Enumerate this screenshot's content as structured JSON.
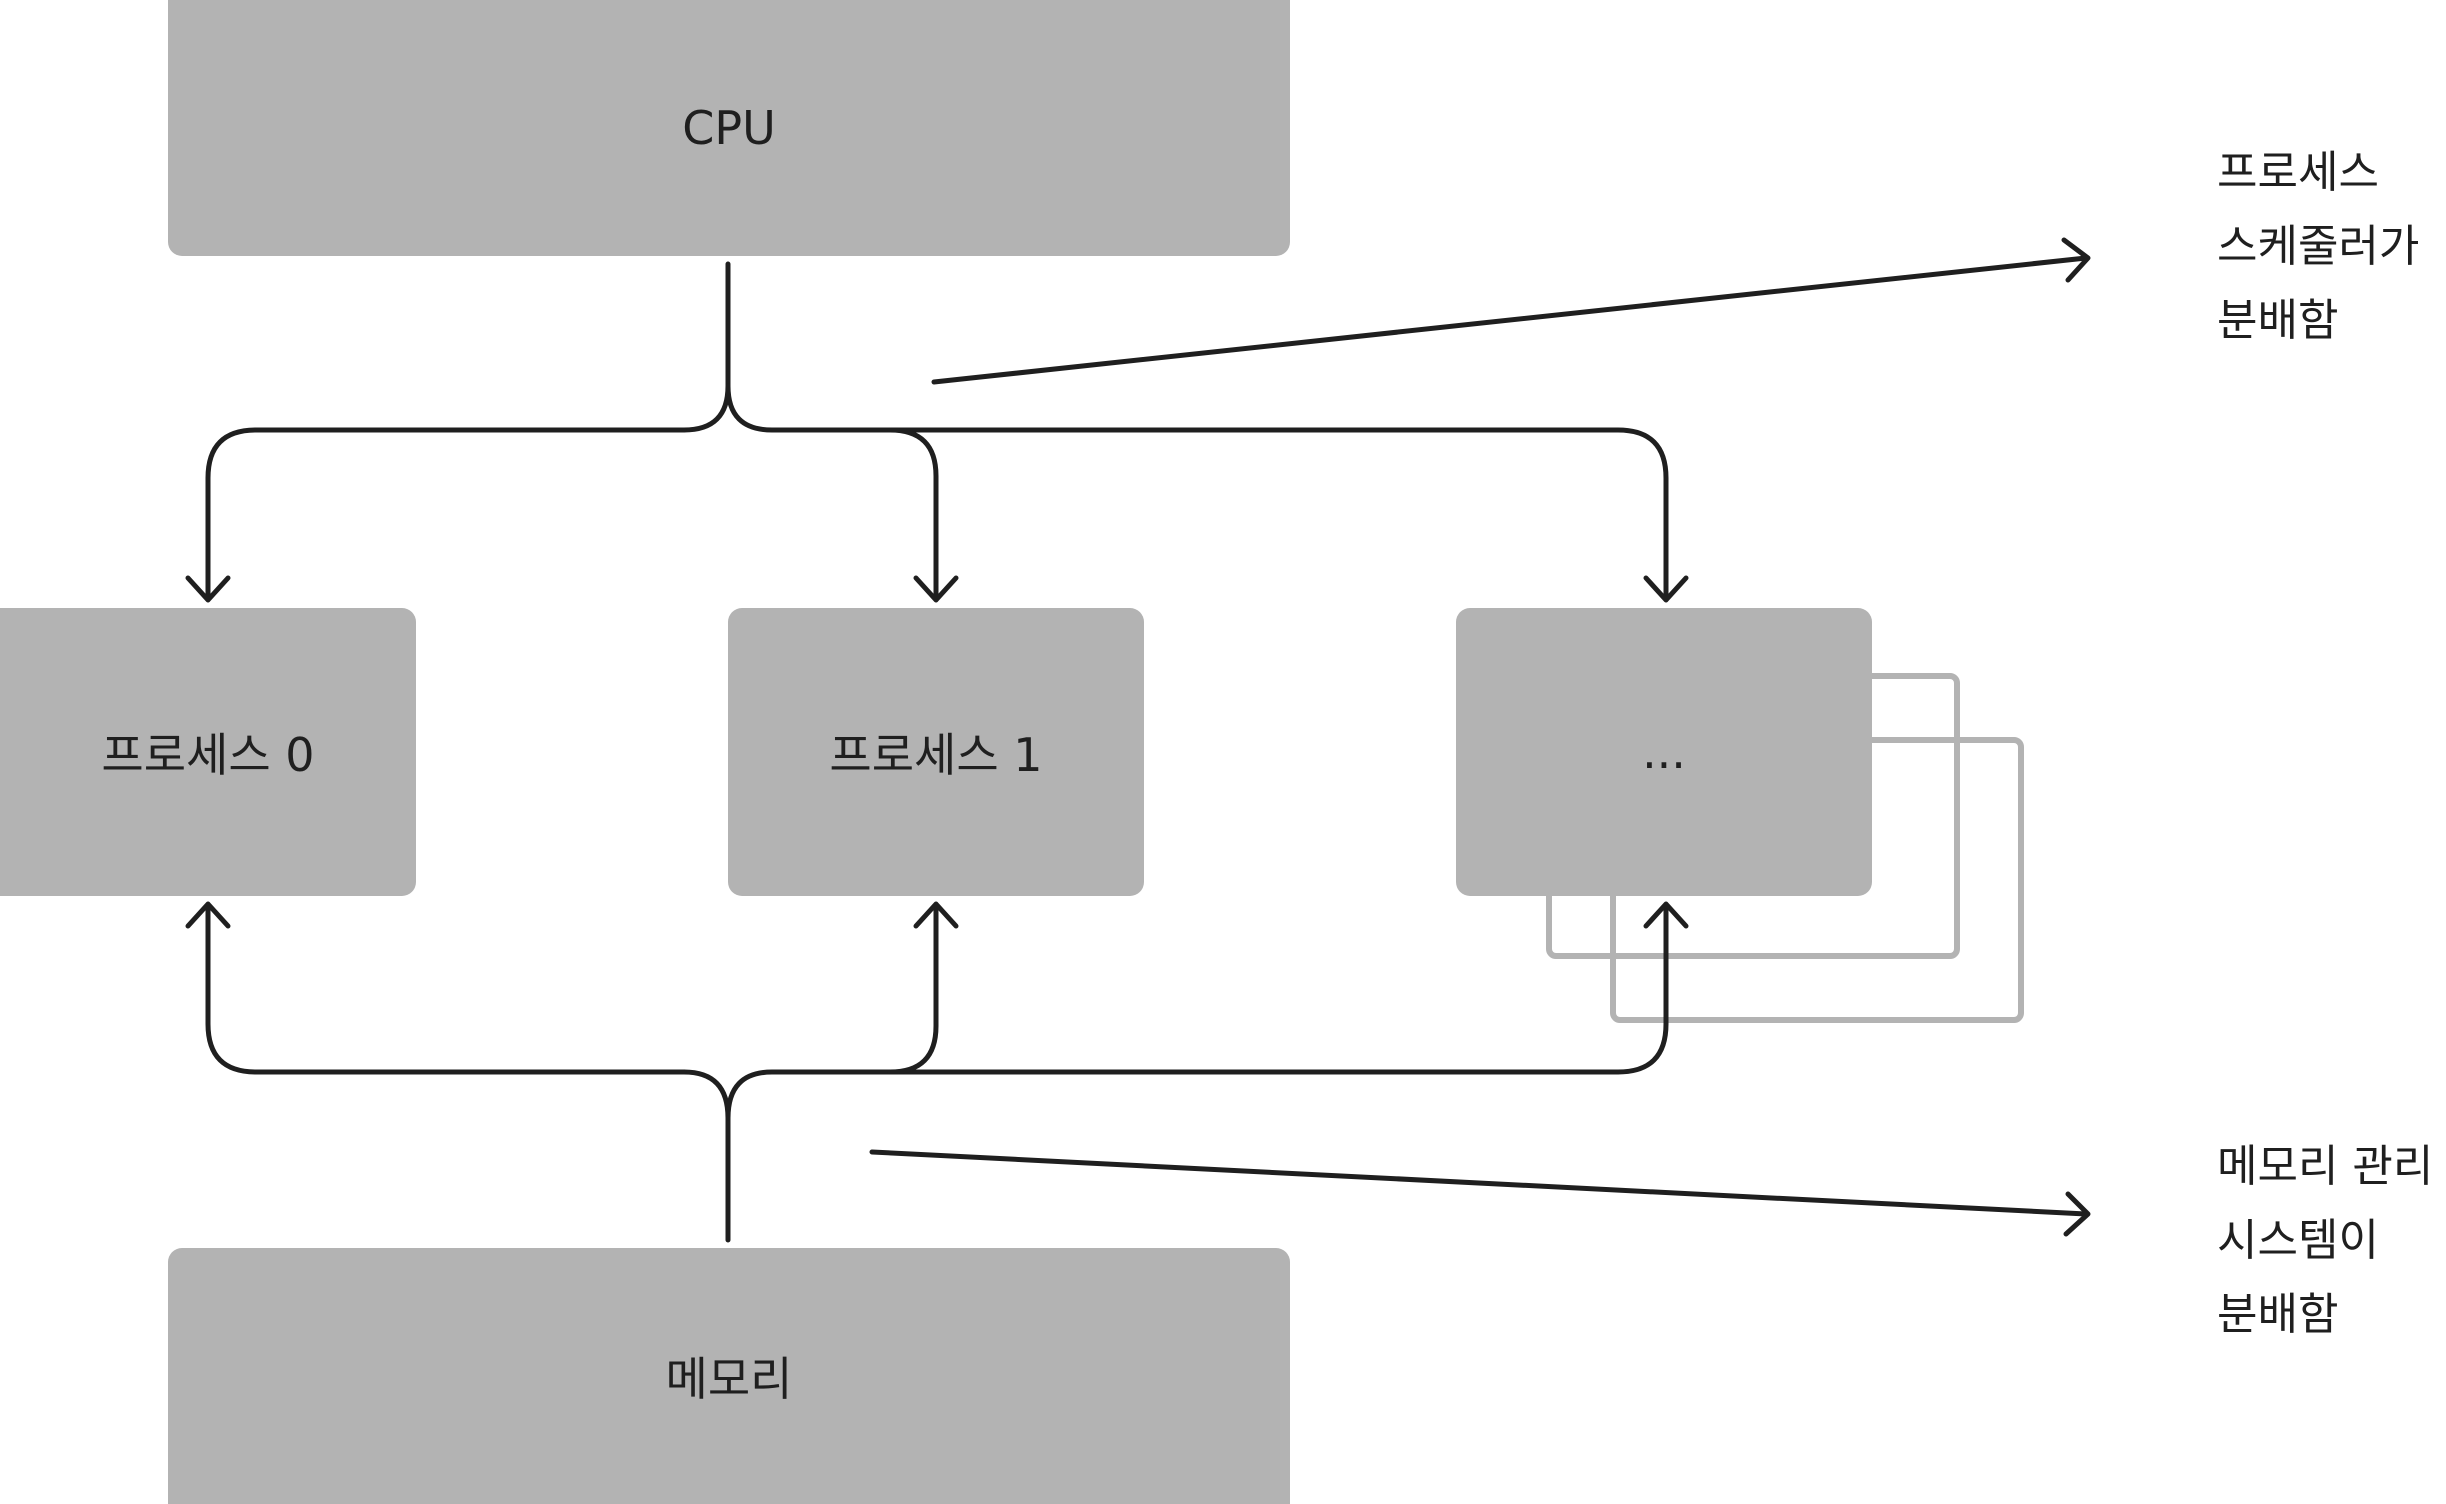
{
  "diagram": {
    "cpu": {
      "label": "CPU"
    },
    "memory": {
      "label": "메모리"
    },
    "processes": [
      {
        "label": "프로세스 0"
      },
      {
        "label": "프로세스 1"
      },
      {
        "label": "..."
      }
    ],
    "annotations": {
      "scheduler": [
        "프로세스",
        "스케줄러가",
        "분배함"
      ],
      "memory_manager": [
        "메모리 관리",
        "시스템이",
        "분배함"
      ]
    },
    "colors": {
      "box_fill": "#b3b3b3",
      "stroke": "#1f1f1f",
      "ghost_stroke": "#b3b3b3"
    }
  }
}
